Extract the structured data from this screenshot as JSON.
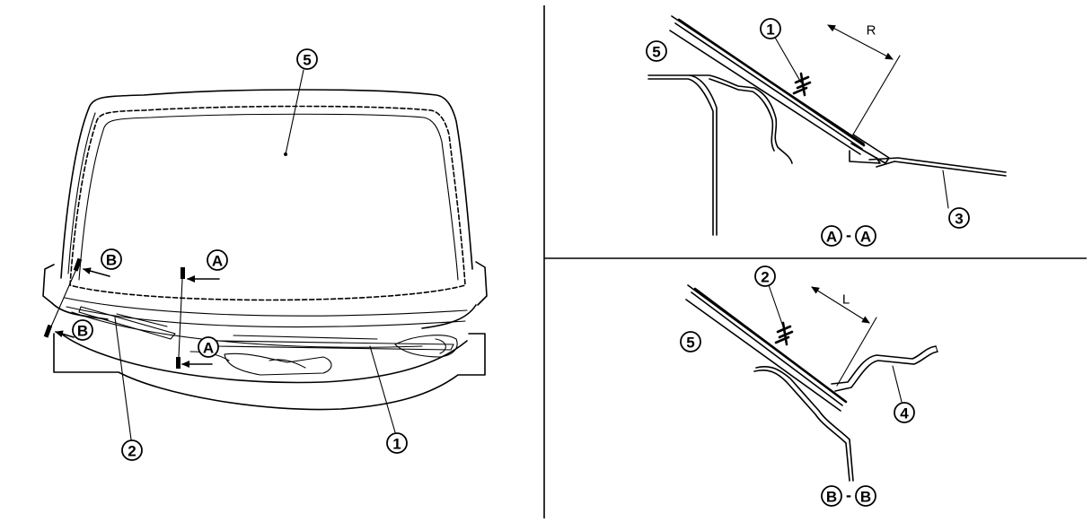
{
  "callouts": {
    "windshield": "5",
    "molding_left": "2",
    "molding_right": "1",
    "section_a": "A",
    "section_b": "B",
    "cowl_top": "3",
    "cowl_lower": "4"
  },
  "section_titles": {
    "a_left": "A",
    "a_right": "A",
    "b_left": "B",
    "b_right": "B",
    "separator": "-"
  },
  "dimensions": {
    "r": "R",
    "l": "L"
  }
}
